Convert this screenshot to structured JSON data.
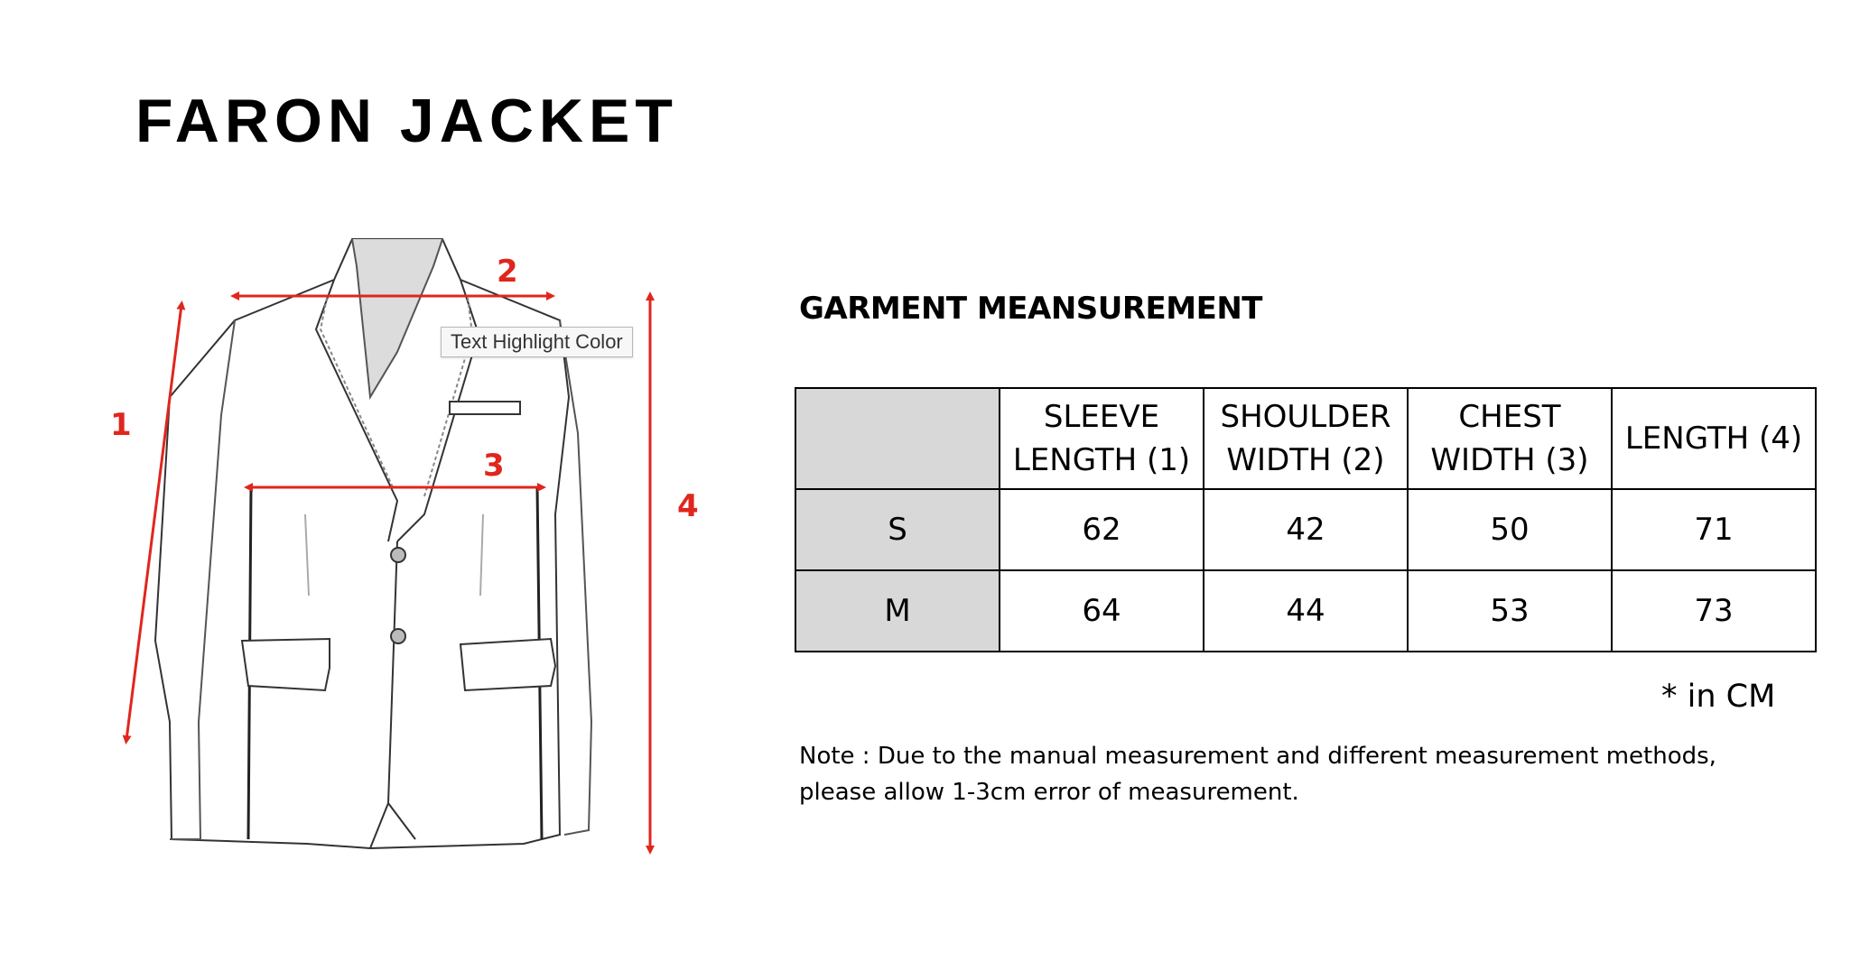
{
  "title": "FARON JACKET",
  "tooltip": "Text Highlight Color",
  "diagram": {
    "label_1": "1",
    "label_2": "2",
    "label_3": "3",
    "label_4": "4",
    "arrow_color": "#e0261d"
  },
  "measurement": {
    "title": "GARMENT MEANSUREMENT",
    "columns": [
      {
        "line1": "SLEEVE",
        "line2": "LENGTH (1)"
      },
      {
        "line1": "SHOULDER",
        "line2": "WIDTH (2)"
      },
      {
        "line1": "CHEST",
        "line2": "WIDTH (3)"
      },
      {
        "line1": "LENGTH (4)",
        "line2": ""
      }
    ],
    "rows": [
      {
        "size": "S",
        "values": [
          "62",
          "42",
          "50",
          "71"
        ]
      },
      {
        "size": "M",
        "values": [
          "64",
          "44",
          "53",
          "73"
        ]
      }
    ],
    "unit_note": "* in CM",
    "header_shade_color": "#d8d8d8"
  },
  "note": {
    "line1": "Note : Due to the manual measurement and different measurement methods,",
    "line2": "please allow 1-3cm error of measurement."
  }
}
